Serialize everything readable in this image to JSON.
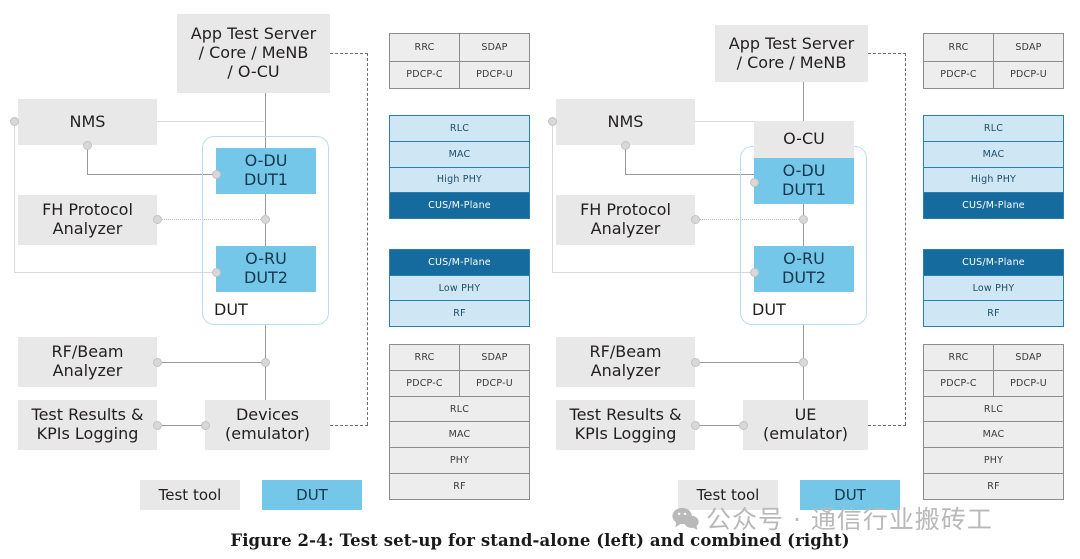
{
  "figure": {
    "caption": "Figure 2-4: Test set-up for stand-alone (left) and combined (right)"
  },
  "watermark": {
    "icon": "wechat-icon",
    "text": "公众号 · 通信行业搬砖工"
  },
  "colors": {
    "dut_blue": "#74c7e8",
    "tool_gray": "#e8e8e8",
    "stack_light_blue": "#cfe6f5",
    "stack_dark_blue": "#156b9e",
    "stack_gray": "#ededed",
    "dut_border": "#bcdcee",
    "connector": "#9a9a9a"
  },
  "left_diagram": {
    "title": "stand-alone",
    "nodes": {
      "app_test_server": "App Test Server\n/ Core / MeNB\n/ O-CU",
      "nms": "NMS",
      "fh_protocol_analyzer": "FH Protocol\nAnalyzer",
      "rf_beam_analyzer": "RF/Beam\nAnalyzer",
      "test_results": "Test Results &\nKPIs Logging",
      "devices_emulator": "Devices\n(emulator)",
      "odu_dut1": "O-DU\nDUT1",
      "oru_dut2": "O-RU\nDUT2",
      "dut_container_label": "DUT"
    },
    "legend": {
      "test_tool": "Test tool",
      "dut": "DUT"
    },
    "stacks": [
      {
        "name": "cu-stack",
        "rows": [
          {
            "cells": [
              {
                "text": "RRC",
                "style": "gray"
              },
              {
                "text": "SDAP",
                "style": "gray"
              }
            ]
          },
          {
            "cells": [
              {
                "text": "PDCP-C",
                "style": "gray"
              },
              {
                "text": "PDCP-U",
                "style": "gray"
              }
            ]
          }
        ]
      },
      {
        "name": "du-stack",
        "rows": [
          {
            "cells": [
              {
                "text": "RLC",
                "style": "light"
              }
            ]
          },
          {
            "cells": [
              {
                "text": "MAC",
                "style": "light"
              }
            ]
          },
          {
            "cells": [
              {
                "text": "High PHY",
                "style": "light"
              }
            ]
          },
          {
            "cells": [
              {
                "text": "CUS/M-Plane",
                "style": "dark"
              }
            ]
          }
        ]
      },
      {
        "name": "ru-stack",
        "rows": [
          {
            "cells": [
              {
                "text": "CUS/M-Plane",
                "style": "dark"
              }
            ]
          },
          {
            "cells": [
              {
                "text": "Low PHY",
                "style": "light"
              }
            ]
          },
          {
            "cells": [
              {
                "text": "RF",
                "style": "light"
              }
            ]
          }
        ]
      },
      {
        "name": "device-stack",
        "rows": [
          {
            "cells": [
              {
                "text": "RRC",
                "style": "gray"
              },
              {
                "text": "SDAP",
                "style": "gray"
              }
            ]
          },
          {
            "cells": [
              {
                "text": "PDCP-C",
                "style": "gray"
              },
              {
                "text": "PDCP-U",
                "style": "gray"
              }
            ]
          },
          {
            "cells": [
              {
                "text": "RLC",
                "style": "gray"
              }
            ]
          },
          {
            "cells": [
              {
                "text": "MAC",
                "style": "gray"
              }
            ]
          },
          {
            "cells": [
              {
                "text": "PHY",
                "style": "gray"
              }
            ]
          },
          {
            "cells": [
              {
                "text": "RF",
                "style": "gray"
              }
            ]
          }
        ]
      }
    ]
  },
  "right_diagram": {
    "title": "combined",
    "nodes": {
      "app_test_server": "App Test Server\n/ Core / MeNB",
      "nms": "NMS",
      "fh_protocol_analyzer": "FH Protocol\nAnalyzer",
      "rf_beam_analyzer": "RF/Beam\nAnalyzer",
      "test_results": "Test Results &\nKPIs Logging",
      "ue_emulator": "UE\n(emulator)",
      "ocu": "O-CU",
      "odu_dut1": "O-DU\nDUT1",
      "oru_dut2": "O-RU\nDUT2",
      "dut_container_label": "DUT"
    },
    "legend": {
      "test_tool": "Test tool",
      "dut": "DUT"
    },
    "stacks": [
      {
        "name": "cu-stack",
        "rows": [
          {
            "cells": [
              {
                "text": "RRC",
                "style": "gray"
              },
              {
                "text": "SDAP",
                "style": "gray"
              }
            ]
          },
          {
            "cells": [
              {
                "text": "PDCP-C",
                "style": "gray"
              },
              {
                "text": "PDCP-U",
                "style": "gray"
              }
            ]
          }
        ]
      },
      {
        "name": "du-stack",
        "rows": [
          {
            "cells": [
              {
                "text": "RLC",
                "style": "light"
              }
            ]
          },
          {
            "cells": [
              {
                "text": "MAC",
                "style": "light"
              }
            ]
          },
          {
            "cells": [
              {
                "text": "High PHY",
                "style": "light"
              }
            ]
          },
          {
            "cells": [
              {
                "text": "CUS/M-Plane",
                "style": "dark"
              }
            ]
          }
        ]
      },
      {
        "name": "ru-stack",
        "rows": [
          {
            "cells": [
              {
                "text": "CUS/M-Plane",
                "style": "dark"
              }
            ]
          },
          {
            "cells": [
              {
                "text": "Low PHY",
                "style": "light"
              }
            ]
          },
          {
            "cells": [
              {
                "text": "RF",
                "style": "light"
              }
            ]
          }
        ]
      },
      {
        "name": "ue-stack",
        "rows": [
          {
            "cells": [
              {
                "text": "RRC",
                "style": "gray"
              },
              {
                "text": "SDAP",
                "style": "gray"
              }
            ]
          },
          {
            "cells": [
              {
                "text": "PDCP-C",
                "style": "gray"
              },
              {
                "text": "PDCP-U",
                "style": "gray"
              }
            ]
          },
          {
            "cells": [
              {
                "text": "RLC",
                "style": "gray"
              }
            ]
          },
          {
            "cells": [
              {
                "text": "MAC",
                "style": "gray"
              }
            ]
          },
          {
            "cells": [
              {
                "text": "PHY",
                "style": "gray"
              }
            ]
          },
          {
            "cells": [
              {
                "text": "RF",
                "style": "gray"
              }
            ]
          }
        ]
      }
    ]
  }
}
